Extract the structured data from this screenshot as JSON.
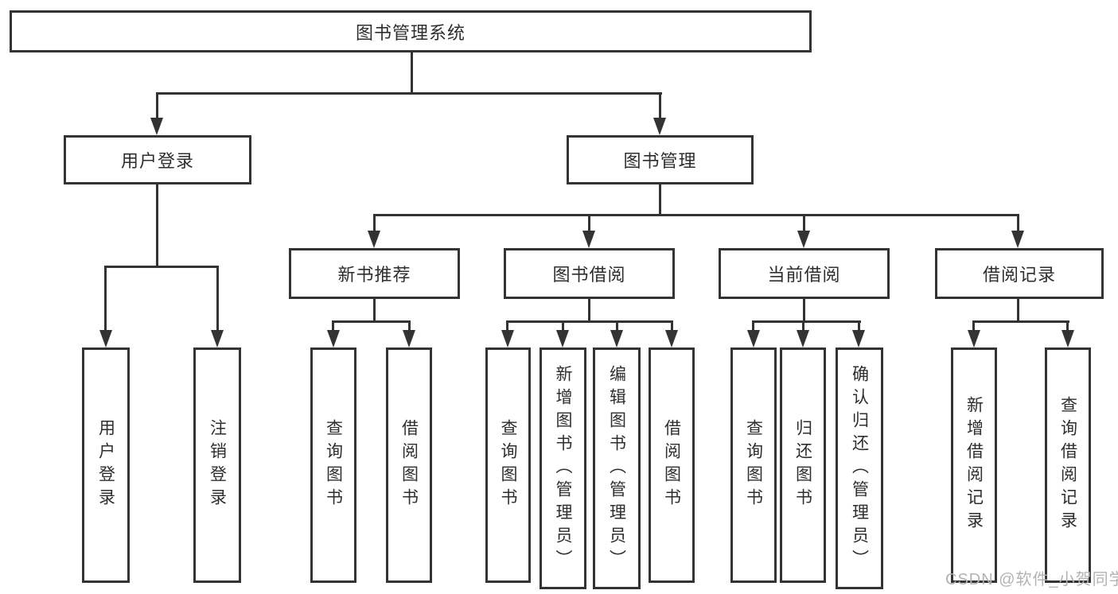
{
  "colors": {
    "background": "#ffffff",
    "line": "#333333",
    "text": "#2e2e2e",
    "watermark_text_color": "#b3b3b3"
  },
  "tree": {
    "root": {
      "label": "图书管理系统"
    },
    "branches": [
      {
        "label": "用户登录",
        "children": [
          {
            "label": "用户登录"
          },
          {
            "label": "注销登录"
          }
        ]
      },
      {
        "label": "图书管理",
        "children": [
          {
            "label": "新书推荐",
            "children": [
              {
                "label": "查询图书"
              },
              {
                "label": "借阅图书"
              }
            ]
          },
          {
            "label": "图书借阅",
            "children": [
              {
                "label": "查询图书"
              },
              {
                "label": "新增图书（管理员）"
              },
              {
                "label": "编辑图书（管理员）"
              },
              {
                "label": "借阅图书"
              }
            ]
          },
          {
            "label": "当前借阅",
            "children": [
              {
                "label": "查询图书"
              },
              {
                "label": "归还图书"
              },
              {
                "label": "确认归还（管理员）"
              }
            ]
          },
          {
            "label": "借阅记录",
            "children": [
              {
                "label": "新增借阅记录"
              },
              {
                "label": "查询借阅记录"
              }
            ]
          }
        ]
      }
    ]
  },
  "watermark": {
    "text": "CSDN @软件_小贺同学"
  }
}
